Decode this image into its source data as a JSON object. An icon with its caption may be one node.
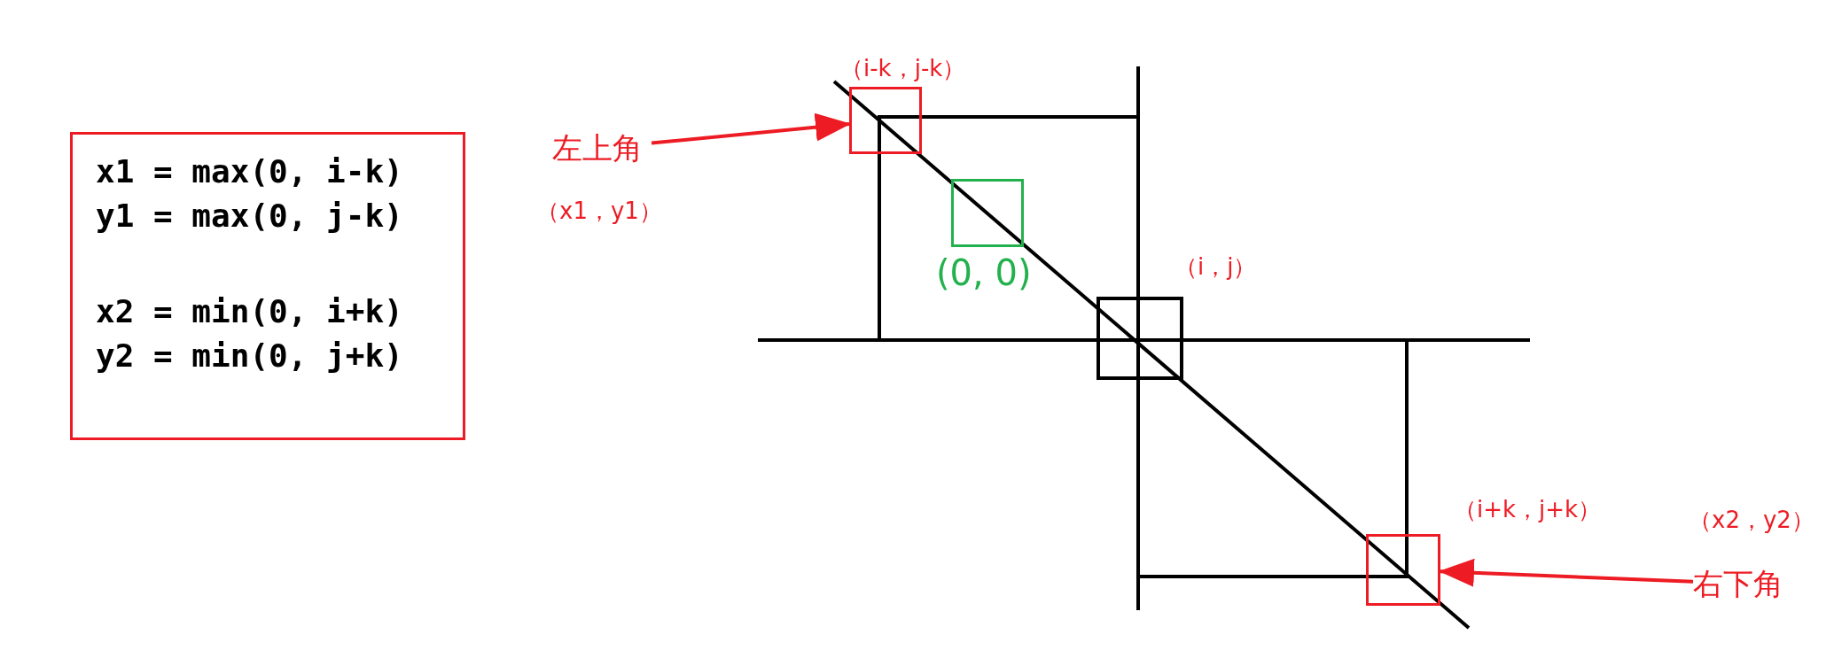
{
  "diagram": {
    "nodes": [
      {
        "text": [
          "x1 = max(0, i-k)",
          "y1 = max(0, j-k)",
          "x2 = min(0, i+k)",
          "y2 = min(0, j+k)"
        ]
      },
      {
        "text": [
          "左上角"
        ],
        "beside": [
          "（x1，y1）"
        ]
      },
      {
        "text": [],
        "shape": "box",
        "beside": [
          "（i-k，j-k）"
        ]
      },
      {
        "text": [],
        "shape": "box",
        "beside": [
          "(0, 0)"
        ]
      },
      {
        "text": [],
        "shape": "box",
        "beside": [
          "（i，j）"
        ]
      },
      {
        "text": [],
        "shape": "box",
        "beside": [
          "（i+k，j+k）"
        ]
      },
      {
        "text": [
          "右下角"
        ],
        "beside": [
          "（x2，y2）"
        ]
      }
    ],
    "edges": [
      {
        "from": 1,
        "to": 2,
        "arrow": "to"
      },
      {
        "from": 6,
        "to": 5,
        "arrow": "to"
      }
    ]
  }
}
